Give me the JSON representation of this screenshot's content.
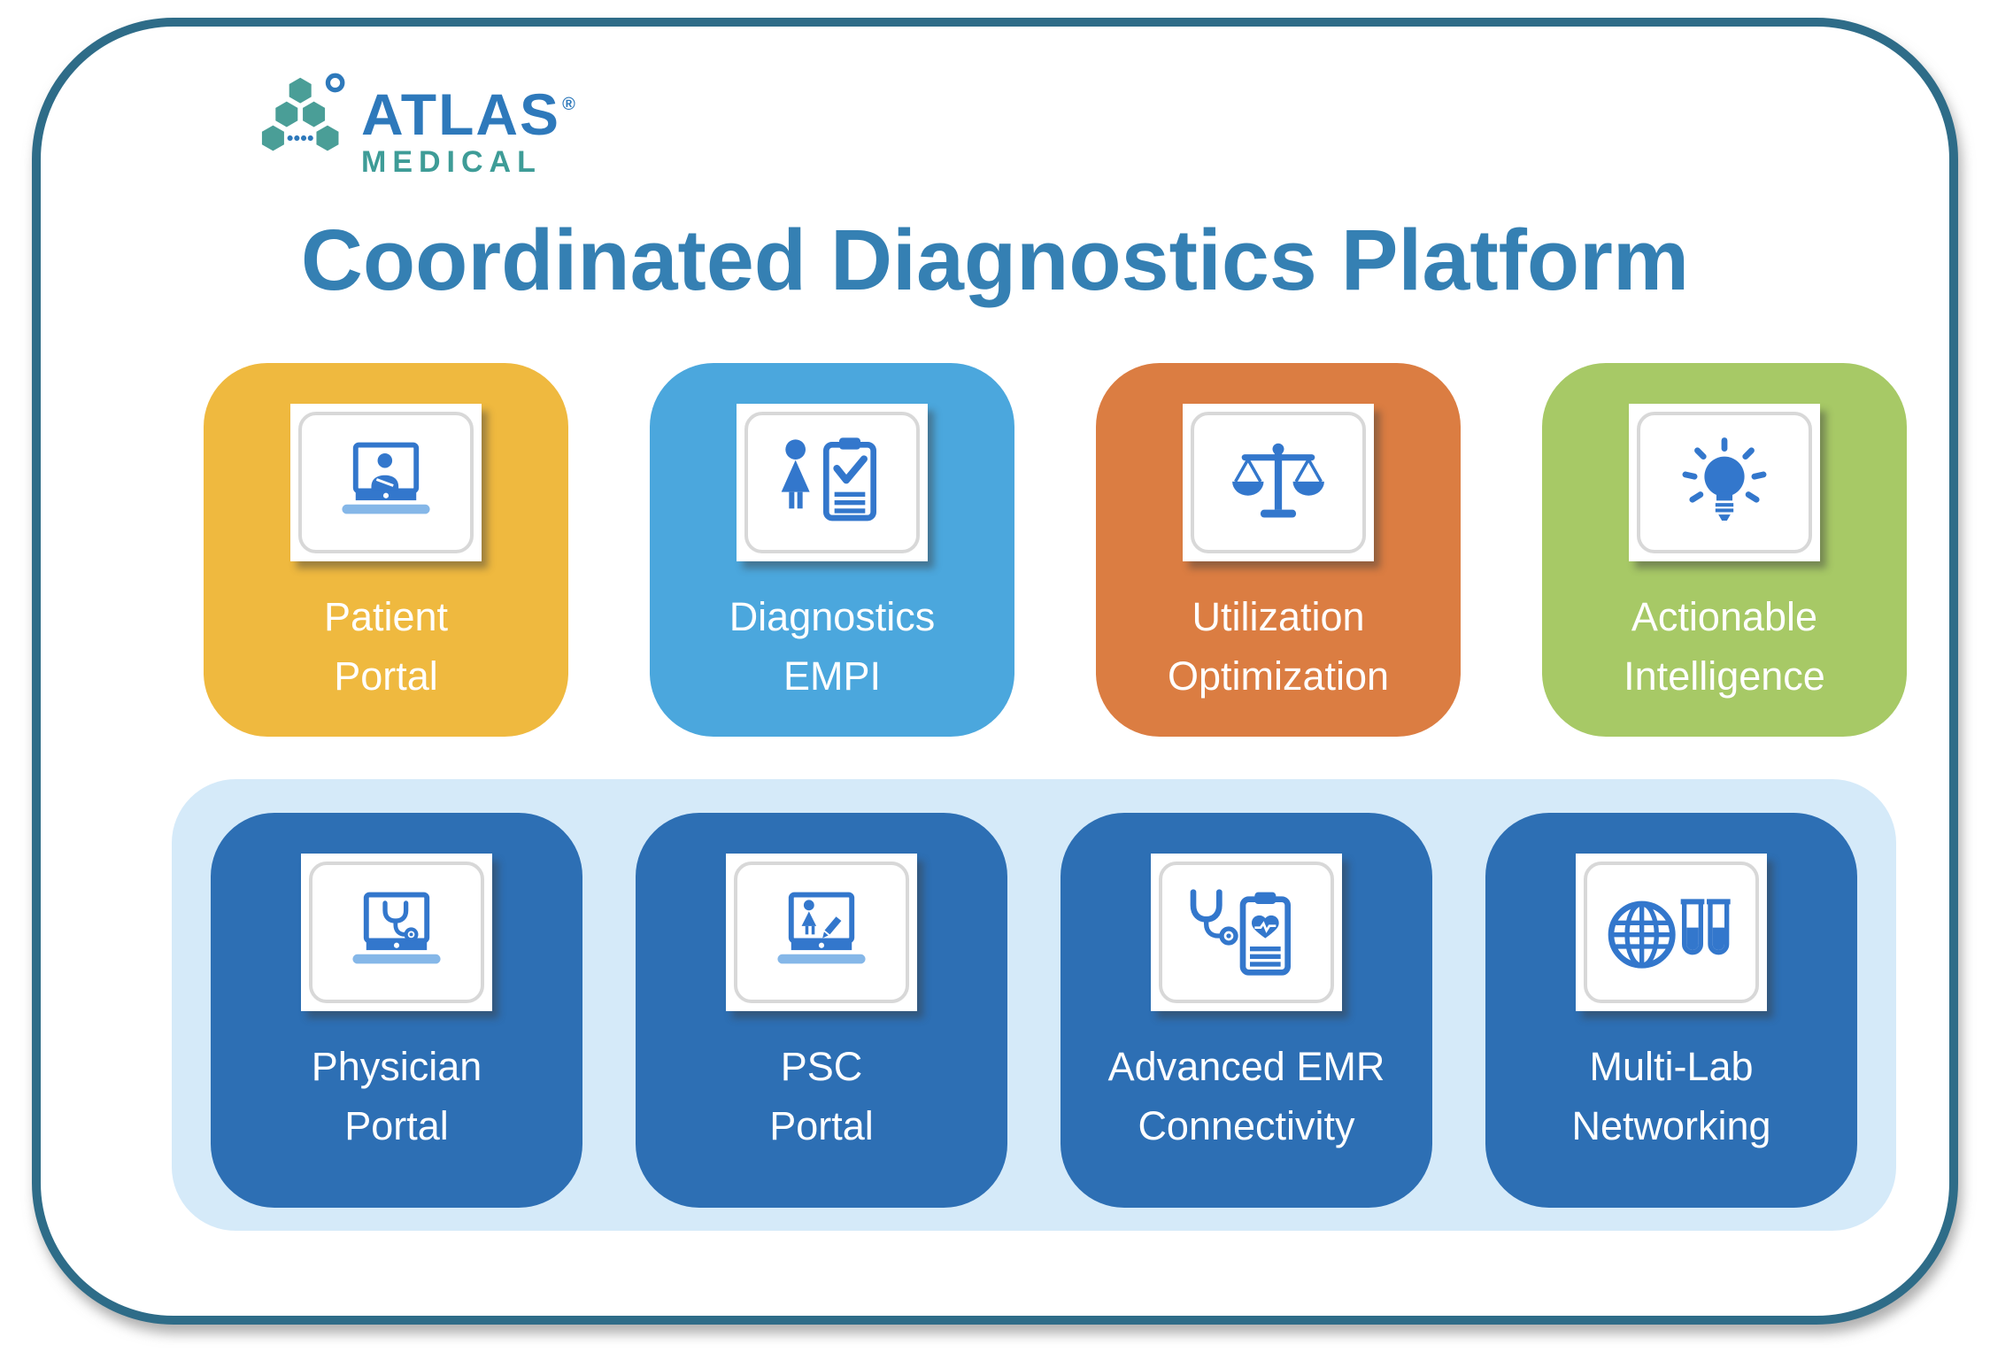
{
  "logo": {
    "brand": "ATLAS",
    "registered_mark": "®",
    "subbrand": "MEDICAL",
    "mark_icon": "hexagon-cluster-icon"
  },
  "title": "Coordinated Diagnostics Platform",
  "tiles_top": [
    {
      "line1": "Patient",
      "line2": "Portal",
      "bg": "#EFB93F",
      "icon": "laptop-patient-icon"
    },
    {
      "line1": "Diagnostics",
      "line2": "EMPI",
      "bg": "#4BA7DD",
      "icon": "patient-clipboard-check-icon"
    },
    {
      "line1": "Utilization",
      "line2": "Optimization",
      "bg": "#DB7D42",
      "icon": "balance-scale-icon"
    },
    {
      "line1": "Actionable",
      "line2": "Intelligence",
      "bg": "#A7C966",
      "icon": "lightbulb-rays-icon"
    }
  ],
  "tiles_bottom": [
    {
      "line1": "Physician",
      "line2": "Portal",
      "bg": "#2D6FB4",
      "icon": "laptop-stethoscope-icon"
    },
    {
      "line1": "PSC",
      "line2": "Portal",
      "bg": "#2D6FB4",
      "icon": "laptop-clinician-pencil-icon"
    },
    {
      "line1": "Advanced EMR",
      "line2": "Connectivity",
      "bg": "#2D6FB4",
      "icon": "stethoscope-clipboard-heart-icon"
    },
    {
      "line1": "Multi-Lab",
      "line2": "Networking",
      "bg": "#2D6FB4",
      "icon": "globe-test-tubes-icon"
    }
  ],
  "colors": {
    "outer_border": "#2E6C88",
    "title_text": "#3580B3",
    "logo_blue": "#2E79BB",
    "logo_teal": "#3E9C97",
    "band_bg": "#D5EAF9",
    "tile_text": "#FFFFFF",
    "icon_blue": "#3377CC",
    "icon_light_blue": "#85B7E8",
    "card_bg": "#FFFFFF",
    "card_frame_border": "#D8D8D8"
  }
}
